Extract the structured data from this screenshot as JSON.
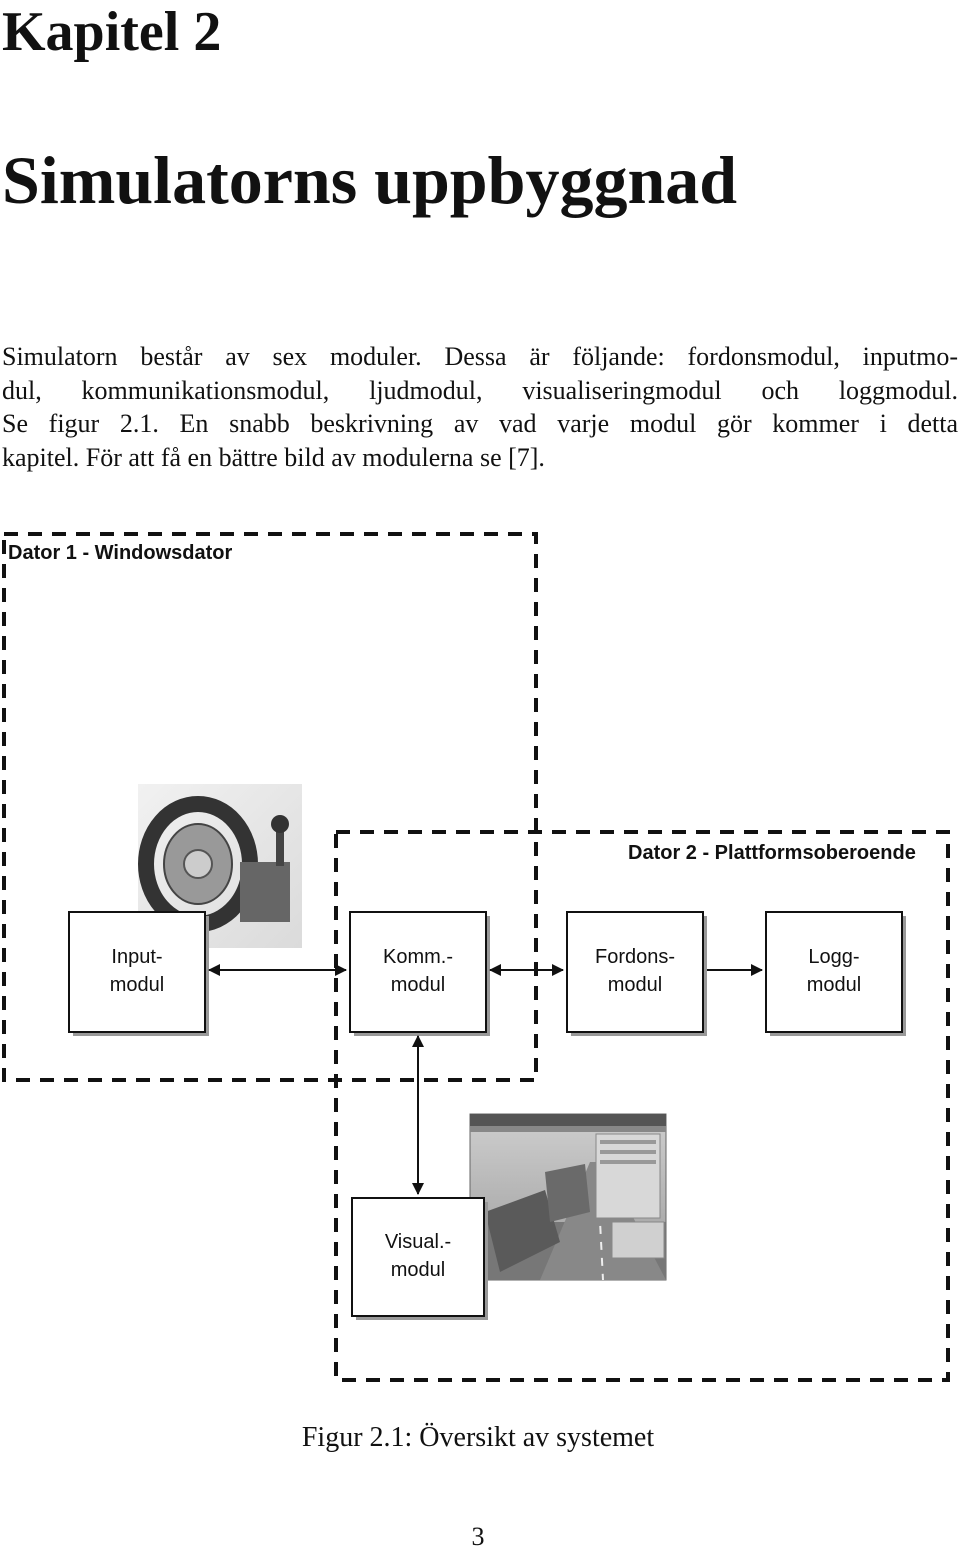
{
  "chapter": {
    "label": "Kapitel 2",
    "title": "Simulatorns uppbyggnad"
  },
  "intro_lines": [
    "Simulatorn består av sex moduler. Dessa är följande: fordonsmodul, inputmo-",
    "dul, kommunikationsmodul, ljudmodul, visualiseringmodul och loggmodul.",
    "Se figur 2.1. En snabb beskrivning av vad varje modul gör kommer i detta",
    "kapitel. För att få en bättre bild av modulerna se [7]."
  ],
  "figure": {
    "region_1_label": "Dator 1 - Windowsdator",
    "region_2_label": "Dator 2 - Plattformsoberoende",
    "modules": {
      "input": [
        "Input-",
        "modul"
      ],
      "komm": [
        "Komm.-",
        "modul"
      ],
      "fordons": [
        "Fordons-",
        "modul"
      ],
      "logg": [
        "Logg-",
        "modul"
      ],
      "visual": [
        "Visual.-",
        "modul"
      ]
    },
    "caption": "Figur 2.1: Översikt av systemet"
  },
  "page_number": "3"
}
